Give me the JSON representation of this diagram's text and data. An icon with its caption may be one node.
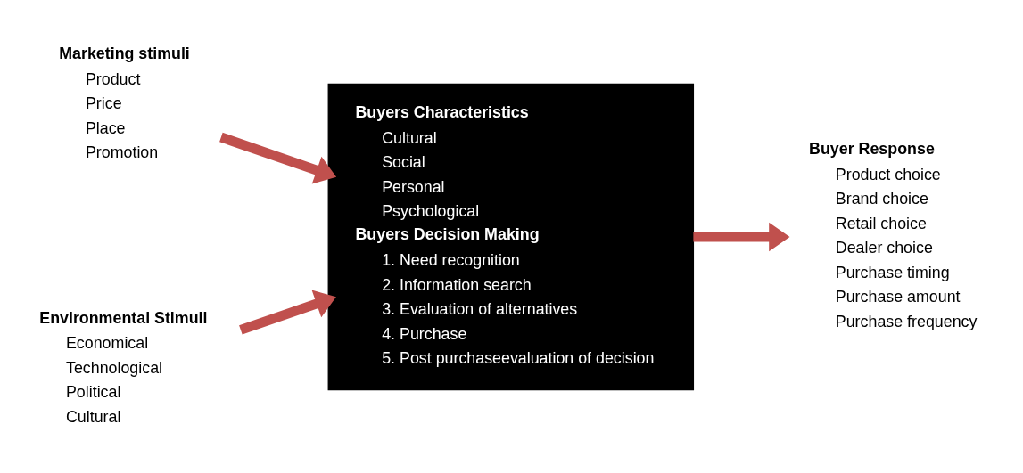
{
  "diagram": {
    "nodes": [
      {
        "text": [
          "Marketing stimuli",
          "Product",
          "Price",
          "Place",
          "Promotion"
        ]
      },
      {
        "text": [
          "Environmental Stimuli",
          "Economical",
          "Technological",
          "Political",
          "Cultural"
        ]
      },
      {
        "text": [
          "Buyers Characteristics",
          "Cultural",
          "Social",
          "Personal",
          "Psychological",
          "Buyers Decision Making",
          "1. Need recognition",
          "2. Information search",
          "3. Evaluation of alternatives",
          "4. Purchase",
          "5. Post purchaseevaluation of decision"
        ]
      },
      {
        "text": [
          "Buyer Response",
          "Product choice",
          "Brand choice",
          "Retail choice",
          "Dealer choice",
          "Purchase timing",
          "Purchase amount",
          "Purchase frequency"
        ]
      }
    ],
    "edges": [
      {
        "from": 0,
        "to": 2,
        "arrow": "to"
      },
      {
        "from": 1,
        "to": 2,
        "arrow": "to"
      },
      {
        "from": 2,
        "to": 3,
        "arrow": "to"
      }
    ]
  }
}
